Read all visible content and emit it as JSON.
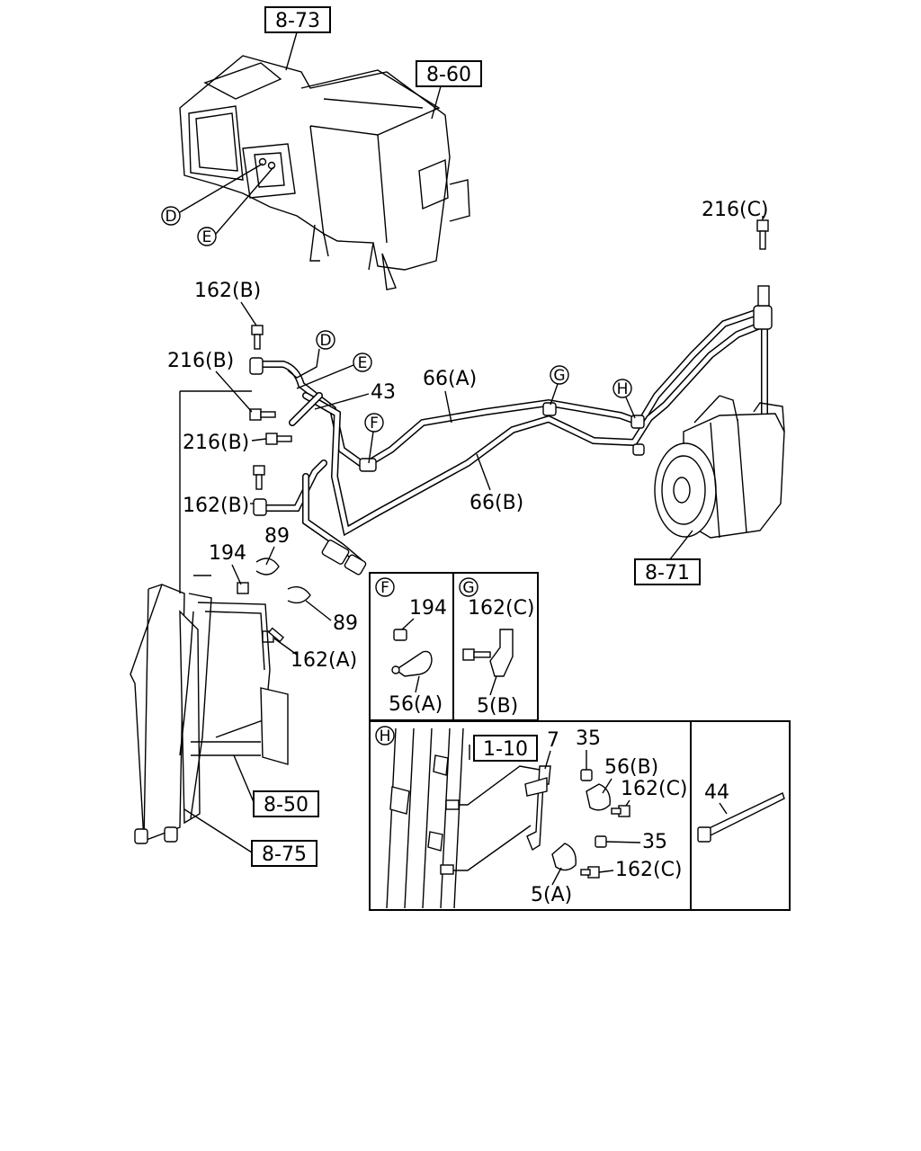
{
  "refs": {
    "r873": "8-73",
    "r860": "8-60",
    "r871": "8-71",
    "r850": "8-50",
    "r875": "8-75",
    "r110": "1-10"
  },
  "callouts": {
    "d": "D",
    "e": "E",
    "f": "F",
    "g": "G",
    "h": "H"
  },
  "labels": {
    "p216c": "216(C)",
    "p162b_top": "162(B)",
    "p216b_a": "216(B)",
    "p216b_b": "216(B)",
    "p162b_mid": "162(B)",
    "p43": "43",
    "p66a": "66(A)",
    "p66b": "66(B)",
    "p89_a": "89",
    "p89_b": "89",
    "p194_main": "194",
    "p162a": "162(A)"
  },
  "detail_f": {
    "badge": "F",
    "p194": "194",
    "p56a": "56(A)"
  },
  "detail_g": {
    "badge": "G",
    "p162c": "162(C)",
    "p5b": "5(B)"
  },
  "detail_h": {
    "badge": "H",
    "p7": "7",
    "p35_a": "35",
    "p56b": "56(B)",
    "p162c_a": "162(C)",
    "p35_b": "35",
    "p162c_b": "162(C)",
    "p5a": "5(A)"
  },
  "detail_44": {
    "p44": "44"
  }
}
